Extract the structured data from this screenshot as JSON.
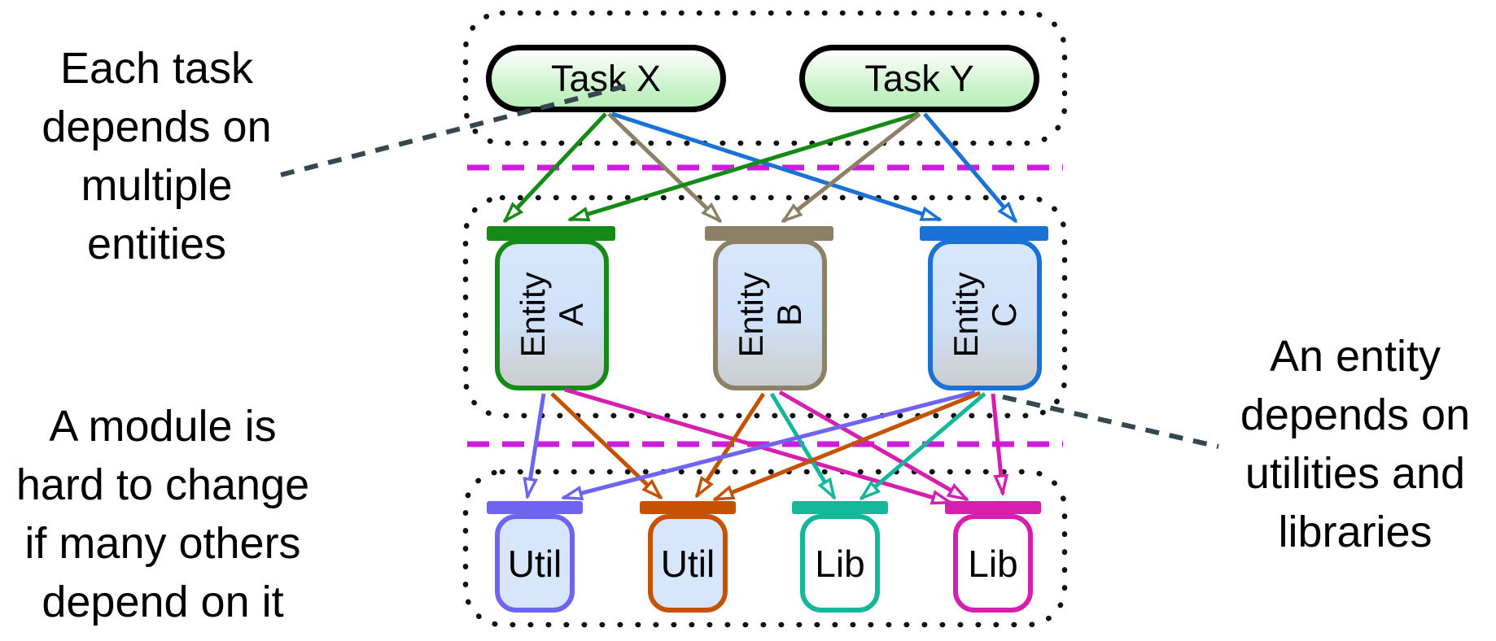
{
  "annotations": {
    "top_left": "Each task\ndepends on\nmultiple\nentities",
    "bottom_left": "A module is\nhard to change\nif many others\ndepend on it",
    "right": "An entity\ndepends on\nutilities and\nlibraries"
  },
  "layers": {
    "tasks": {
      "items": [
        {
          "id": "task-x",
          "label": "Task X"
        },
        {
          "id": "task-y",
          "label": "Task Y"
        }
      ]
    },
    "entities": {
      "items": [
        {
          "id": "entity-a",
          "label": "Entity\nA",
          "color": "#168a16"
        },
        {
          "id": "entity-b",
          "label": "Entity\nB",
          "color": "#8c8166"
        },
        {
          "id": "entity-c",
          "label": "Entity\nC",
          "color": "#1a72d6"
        }
      ]
    },
    "modules": {
      "items": [
        {
          "id": "util-1",
          "label": "Util",
          "color": "#6e64f0",
          "fill": "#d7e6fb"
        },
        {
          "id": "util-2",
          "label": "Util",
          "color": "#c55200",
          "fill": "#d7e6fb"
        },
        {
          "id": "lib-1",
          "label": "Lib",
          "color": "#14b79a",
          "fill": "#ffffff"
        },
        {
          "id": "lib-2",
          "label": "Lib",
          "color": "#d61fae",
          "fill": "#ffffff"
        }
      ]
    }
  },
  "edges": [
    {
      "from": "task-x",
      "to": "entity-a",
      "color": "#168a16"
    },
    {
      "from": "task-x",
      "to": "entity-b",
      "color": "#8c8166"
    },
    {
      "from": "task-x",
      "to": "entity-c",
      "color": "#1a72d6"
    },
    {
      "from": "task-y",
      "to": "entity-a",
      "color": "#168a16"
    },
    {
      "from": "task-y",
      "to": "entity-b",
      "color": "#8c8166"
    },
    {
      "from": "task-y",
      "to": "entity-c",
      "color": "#1a72d6"
    },
    {
      "from": "entity-a",
      "to": "util-1",
      "color": "#6e64f0"
    },
    {
      "from": "entity-a",
      "to": "util-2",
      "color": "#c55200"
    },
    {
      "from": "entity-a",
      "to": "lib-2",
      "color": "#d61fae"
    },
    {
      "from": "entity-b",
      "to": "util-2",
      "color": "#c55200"
    },
    {
      "from": "entity-b",
      "to": "lib-1",
      "color": "#14b79a"
    },
    {
      "from": "entity-b",
      "to": "lib-2",
      "color": "#d61fae"
    },
    {
      "from": "entity-c",
      "to": "util-1",
      "color": "#6e64f0"
    },
    {
      "from": "entity-c",
      "to": "util-2",
      "color": "#c55200"
    },
    {
      "from": "entity-c",
      "to": "lib-1",
      "color": "#14b79a"
    },
    {
      "from": "entity-c",
      "to": "lib-2",
      "color": "#d61fae"
    }
  ],
  "separators": {
    "color": "#cc1ddd",
    "count": 2
  },
  "annotation_line_color": "#36474f",
  "container_border_color": "#000000"
}
